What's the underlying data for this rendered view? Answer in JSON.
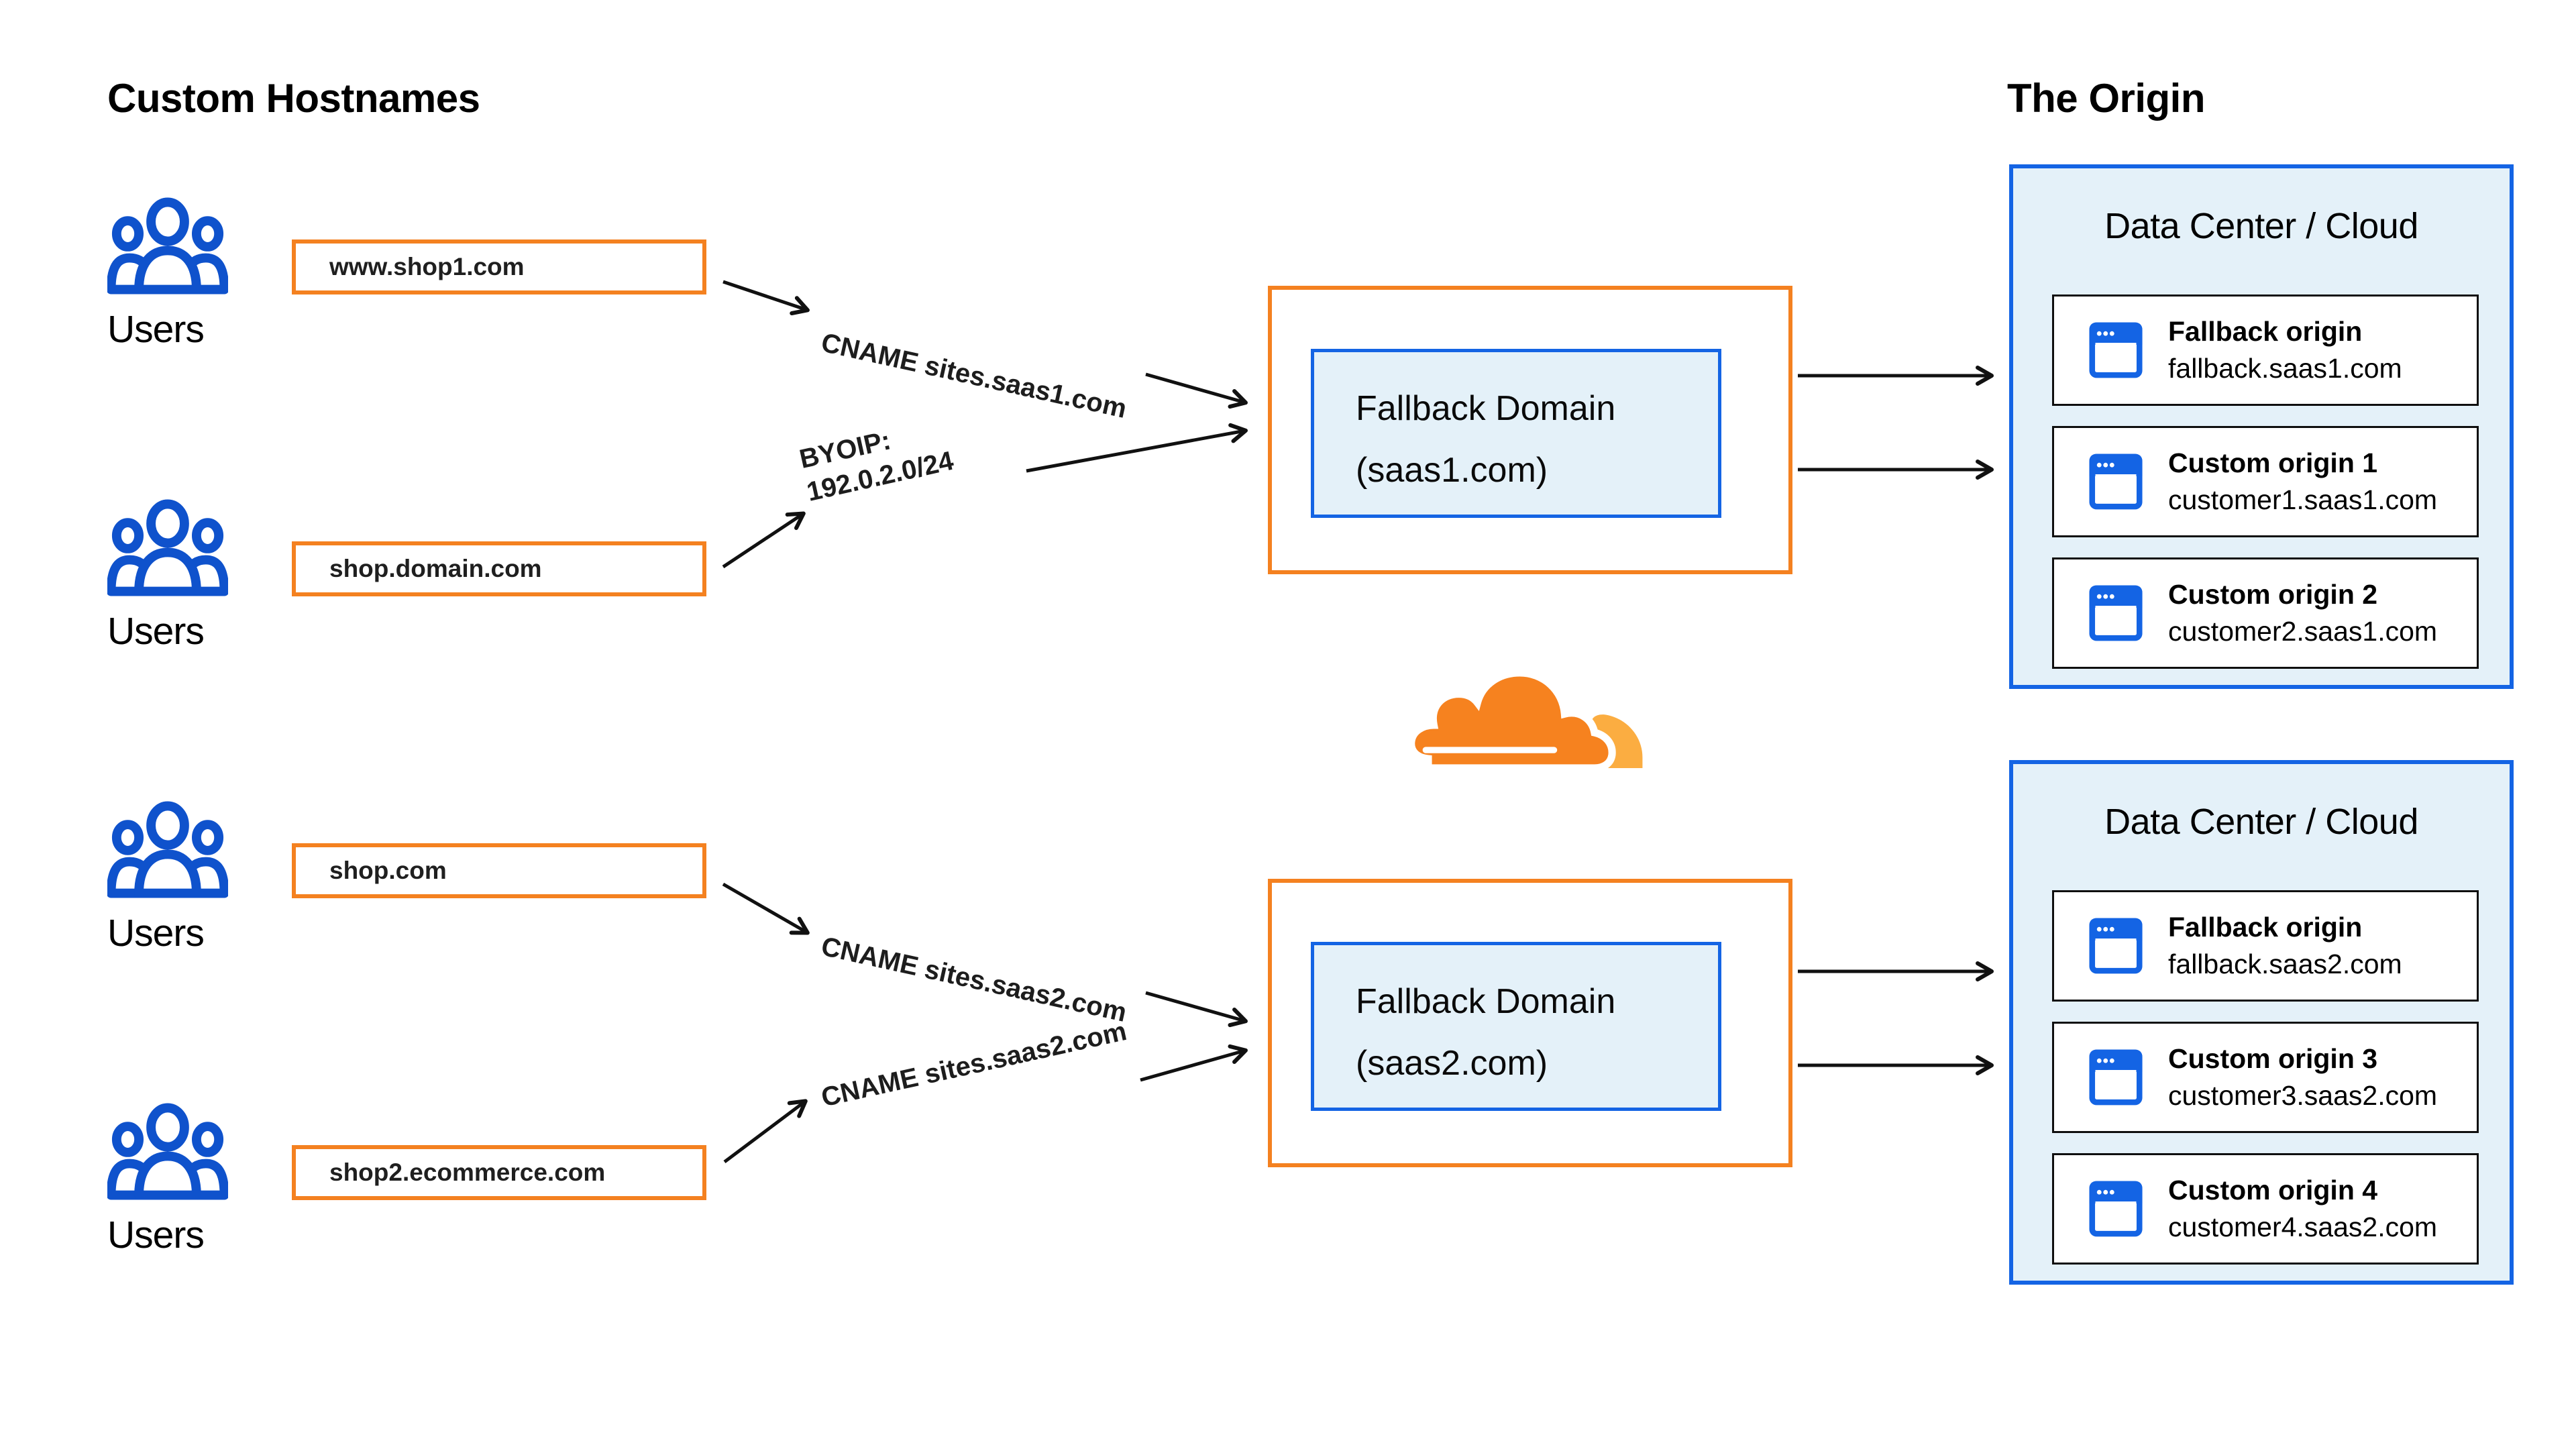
{
  "page": {
    "left_title": "Custom Hostnames",
    "right_title": "The Origin"
  },
  "users_label": "Users",
  "hostnames": [
    "www.shop1.com",
    "shop.domain.com",
    "shop.com",
    "shop2.ecommerce.com"
  ],
  "routes": {
    "cname_saas1": "CNAME sites.saas1.com",
    "byoip_line1": "BYOIP:",
    "byoip_line2": "192.0.2.0/24",
    "cname_saas2_upper": "CNAME sites.saas2.com",
    "cname_saas2_lower": "CNAME sites.saas2.com"
  },
  "fallback_domains": [
    {
      "line1": "Fallback Domain",
      "line2": "(saas1.com)"
    },
    {
      "line1": "Fallback Domain",
      "line2": "(saas2.com)"
    }
  ],
  "data_centers": [
    {
      "title": "Data Center / Cloud",
      "origins": [
        {
          "name": "Fallback origin",
          "host": "fallback.saas1.com"
        },
        {
          "name": "Custom origin 1",
          "host": "customer1.saas1.com"
        },
        {
          "name": "Custom origin 2",
          "host": "customer2.saas1.com"
        }
      ]
    },
    {
      "title": "Data Center / Cloud",
      "origins": [
        {
          "name": "Fallback origin",
          "host": "fallback.saas2.com"
        },
        {
          "name": "Custom origin 3",
          "host": "customer3.saas2.com"
        },
        {
          "name": "Custom origin 4",
          "host": "customer4.saas2.com"
        }
      ]
    }
  ],
  "icons": {
    "users": "users-group-icon",
    "origin_server": "browser-window-icon",
    "cloudflare": "cloudflare-logo"
  },
  "colors": {
    "accent_orange": "#F48120",
    "border_blue": "#1464E4",
    "icon_blue": "#0F52CC",
    "panel_light_blue": "#E4F1F9",
    "arrow_black": "#111111",
    "cloudflare_orange": "#F6821F",
    "cloudflare_light_orange": "#FBAD41"
  }
}
